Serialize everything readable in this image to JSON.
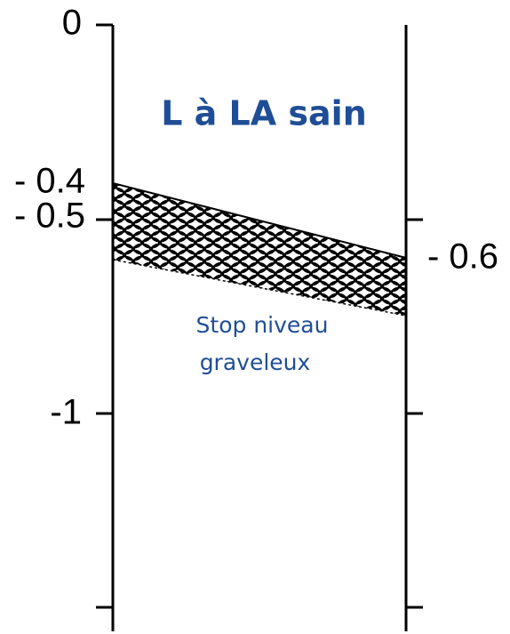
{
  "colors": {
    "text_accent": "#1f4e96",
    "line": "#000000",
    "layer_pattern": "#000000"
  },
  "depth_labels": {
    "top": "0",
    "left_1": "- 0.4",
    "left_2": "- 0.5",
    "left_3": "-1",
    "right_1": "- 0.6"
  },
  "soil_label": "L à LA sain",
  "layer_label": {
    "line1": "Stop niveau",
    "line2": "graveleux"
  }
}
